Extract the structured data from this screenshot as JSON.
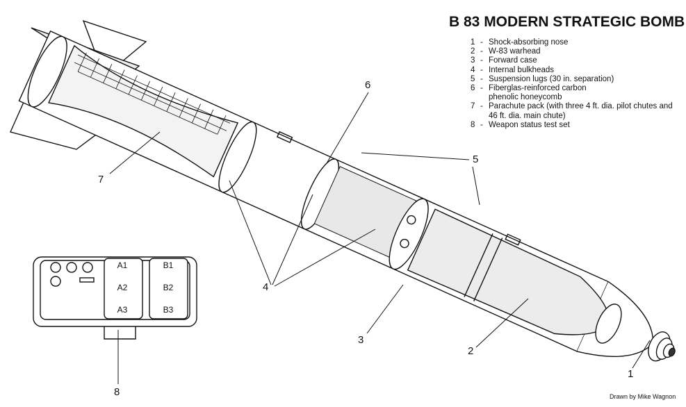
{
  "title": "B 83 MODERN STRATEGIC BOMB",
  "legend": [
    {
      "num": "1",
      "text": "Shock-absorbing nose"
    },
    {
      "num": "2",
      "text": "W-83 warhead"
    },
    {
      "num": "3",
      "text": "Forward case"
    },
    {
      "num": "4",
      "text": "Internal bulkheads"
    },
    {
      "num": "5",
      "text": "Suspension lugs (30 in. separation)"
    },
    {
      "num": "6",
      "text": "Fiberglas-reinforced carbon phenolic honeycomb"
    },
    {
      "num": "7",
      "text": "Parachute pack (with three 4 ft. dia. pilot chutes and 46 ft. dia. main chute)"
    },
    {
      "num": "8",
      "text": "Weapon status test set"
    }
  ],
  "callouts": {
    "c1": "1",
    "c2": "2",
    "c3": "3",
    "c4": "4",
    "c5": "5",
    "c6": "6",
    "c7": "7",
    "c8": "8"
  },
  "test_set_labels": [
    "A1",
    "A2",
    "A3",
    "B1",
    "B2",
    "B3"
  ],
  "credit": "Drawn by Mike Wagnon"
}
